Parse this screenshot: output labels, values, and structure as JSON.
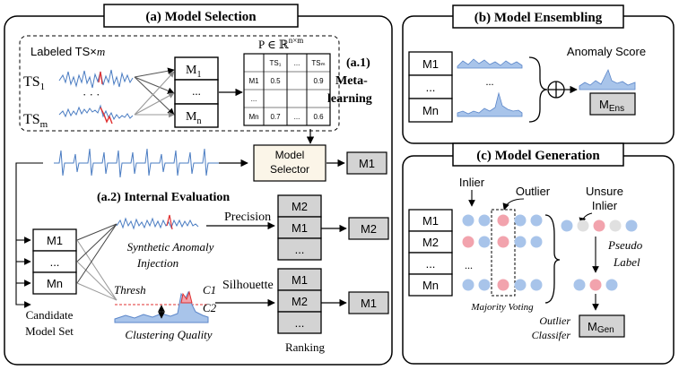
{
  "panels": {
    "a": {
      "title": "(a)  Model Selection"
    },
    "b": {
      "title": "(b)  Model Ensembling"
    },
    "c": {
      "title": "(c)  Model Generation"
    }
  },
  "meta": {
    "labeled_prefix": "Labeled TS",
    "labeled_times": "×",
    "labeled_m": "m",
    "ts1_base": "TS",
    "ts1_sub": "1",
    "tsm_base": "TS",
    "tsm_sub": "m",
    "dots": "· · ·",
    "m1_base": "M",
    "m1_sub": "1",
    "mid_dots": "...",
    "mn_base": "M",
    "mn_sub": "n",
    "perf_eq": "P ∈ ℝ",
    "perf_sup": "n×m",
    "label_a1_line1": "(a.1)",
    "label_a1_line2": "Meta-",
    "label_a1_line3": "learning",
    "matrix": {
      "header": [
        "",
        "TS₁",
        "...",
        "TSₘ"
      ],
      "rows": [
        [
          "M1",
          "0.5",
          "",
          "0.9"
        ],
        [
          "...",
          "",
          "",
          ""
        ],
        [
          "Mn",
          "0.7",
          "...",
          "0.6"
        ]
      ]
    }
  },
  "selector": {
    "line1": "Model",
    "line2": "Selector",
    "output": "M1"
  },
  "internal": {
    "title": "(a.2) Internal Evaluation",
    "candidates": [
      "M1",
      "...",
      "Mn"
    ],
    "candidate_label_1": "Candidate",
    "candidate_label_2": "Model Set",
    "synthetic_1": "Synthetic Anomaly",
    "synthetic_2": "Injection",
    "clustering": "Clustering Quality",
    "thresh": "Thresh",
    "c1": "C1",
    "c2": "C2",
    "precision": "Precision",
    "silhouette": "Silhouette",
    "rank_precision": [
      "M2",
      "M1",
      "..."
    ],
    "rank_silhouette": [
      "M1",
      "M2",
      "..."
    ],
    "out_precision": "M2",
    "out_silhouette": "M1",
    "ranking": "Ranking"
  },
  "ensembling": {
    "models": [
      "M1",
      "...",
      "Mn"
    ],
    "score_label": "Anomaly Score",
    "ens_base": "M",
    "ens_sub": "Ens",
    "oplus": "⊕",
    "dots": "..."
  },
  "generation": {
    "inlier": "Inlier",
    "outlier": "Outlier",
    "unsure_1": "Unsure",
    "unsure_2": "Inlier",
    "models": [
      "M1",
      "M2",
      "...",
      "Mn"
    ],
    "row_dots": "...",
    "majority": "Majority Voting",
    "pseudo_1": "Pseudo",
    "pseudo_2": "Label",
    "classifier_1": "Outlier",
    "classifier_2": "Classifer",
    "gen_base": "M",
    "gen_sub": "Gen"
  },
  "colors": {
    "blue_fill": "#a8c4ea",
    "blue_line": "#5b86c9",
    "red": "#e03030",
    "pink": "#f2a3ad",
    "gray_box": "#d3d3d3",
    "cream_box": "#fbf5e8",
    "dot_gray": "#e0e0e0"
  }
}
